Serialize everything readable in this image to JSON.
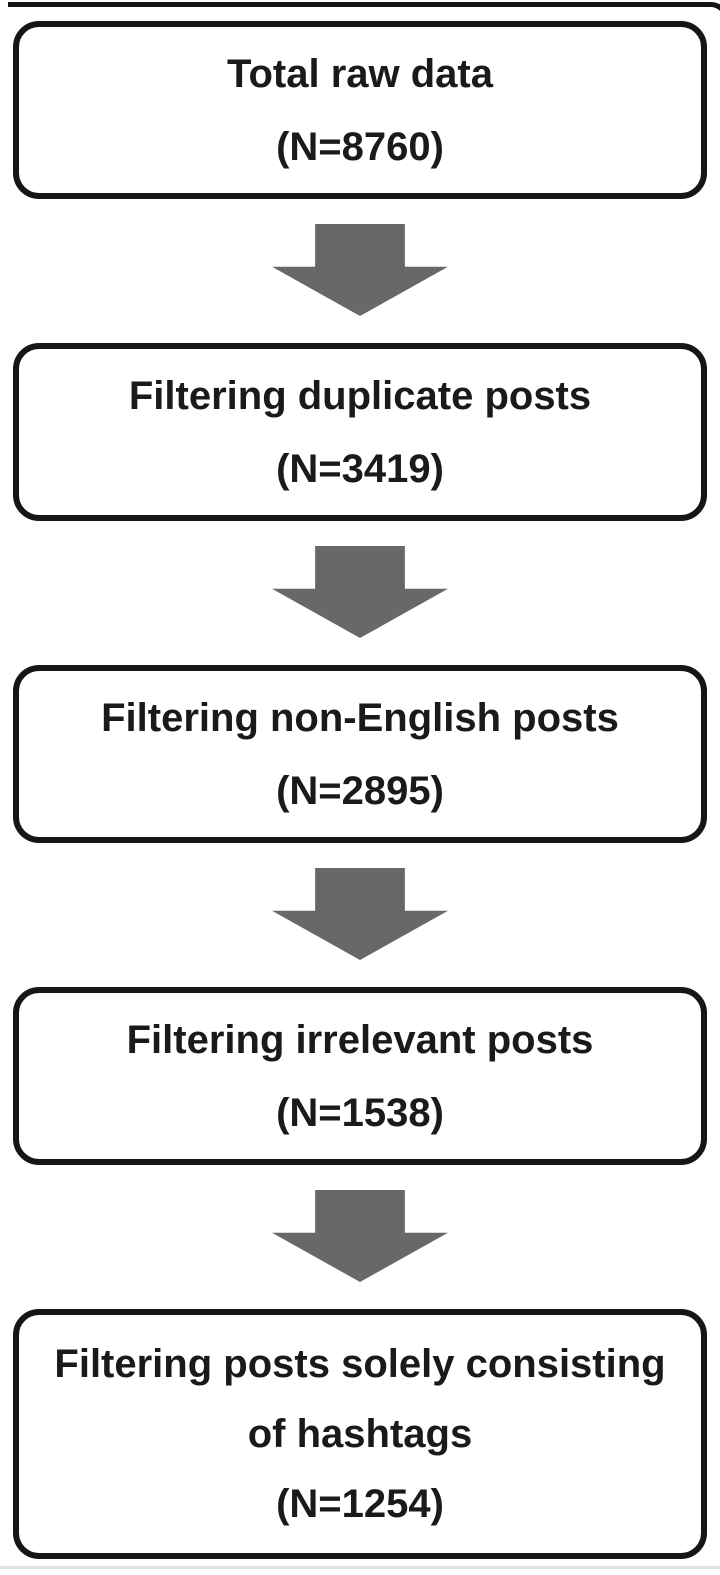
{
  "figure": {
    "type": "flowchart",
    "description": "Five-stage data filtering flow diagram connected by downward block arrows"
  },
  "colors": {
    "background": "#ffffff",
    "box_border": "#161616",
    "box_fill": "#ffffff",
    "text": "#1a1a1a",
    "arrow": "#686868"
  },
  "nodes": [
    {
      "n": 8760,
      "lines": [
        "Total raw data",
        "(N=8760)"
      ]
    },
    {
      "n": 3419,
      "lines": [
        "Filtering duplicate posts",
        "(N=3419)"
      ]
    },
    {
      "n": 2895,
      "lines": [
        "Filtering non-English posts",
        "(N=2895)"
      ]
    },
    {
      "n": 1538,
      "lines": [
        "Filtering irrelevant posts",
        "(N=1538)"
      ]
    },
    {
      "n": 1254,
      "lines": [
        "Filtering posts solely consisting",
        "of hashtags",
        "(N=1254)"
      ]
    }
  ],
  "connectors": [
    {
      "from": 0,
      "to": 1,
      "shape": "block-arrow-down"
    },
    {
      "from": 1,
      "to": 2,
      "shape": "block-arrow-down"
    },
    {
      "from": 2,
      "to": 3,
      "shape": "block-arrow-down"
    },
    {
      "from": 3,
      "to": 4,
      "shape": "block-arrow-down"
    }
  ]
}
